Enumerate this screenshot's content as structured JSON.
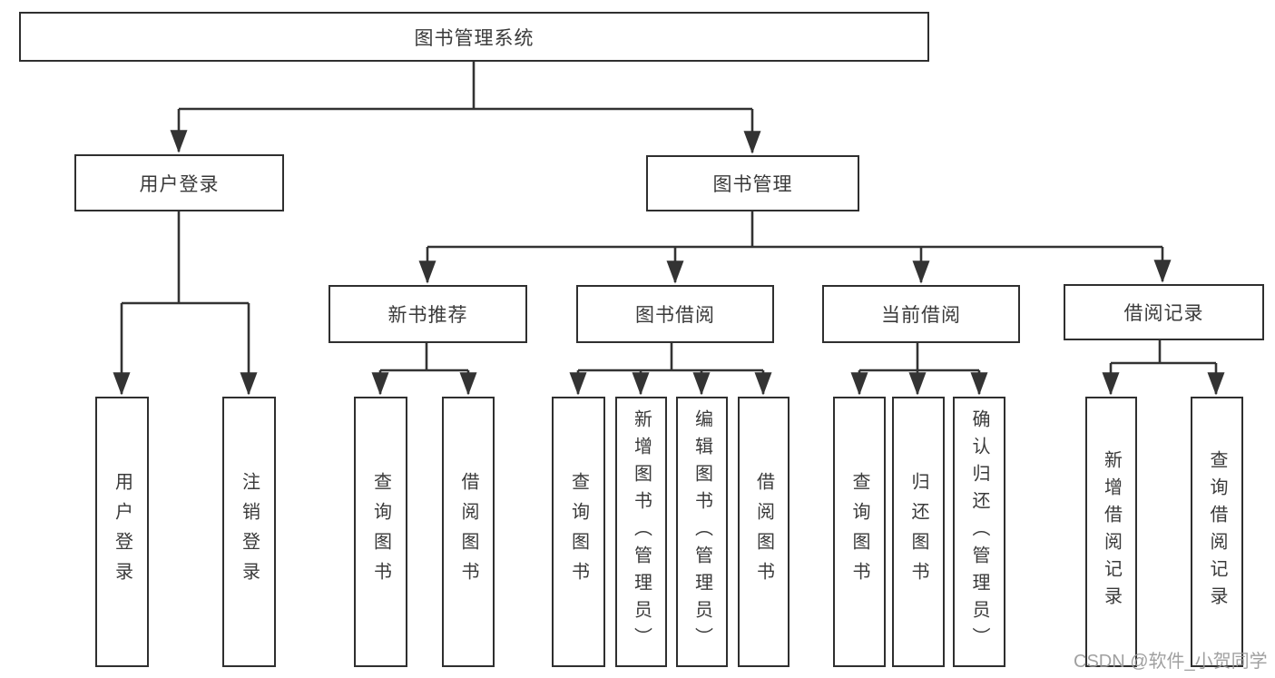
{
  "diagram": {
    "type": "hierarchy-tree",
    "colors": {
      "line": "#333333",
      "border": "#2f2f2f",
      "text": "#3a3a3a",
      "background": "#ffffff",
      "watermark": "#989898"
    },
    "tree": {
      "label": "图书管理系统",
      "children": [
        {
          "label": "用户登录",
          "children": [
            {
              "label": "用户登录"
            },
            {
              "label": "注销登录"
            }
          ]
        },
        {
          "label": "图书管理",
          "children": [
            {
              "label": "新书推荐",
              "children": [
                {
                  "label": "查询图书"
                },
                {
                  "label": "借阅图书"
                }
              ]
            },
            {
              "label": "图书借阅",
              "children": [
                {
                  "label": "查询图书"
                },
                {
                  "label": "新增图书（管理员）"
                },
                {
                  "label": "编辑图书（管理员）"
                },
                {
                  "label": "借阅图书"
                }
              ]
            },
            {
              "label": "当前借阅",
              "children": [
                {
                  "label": "查询图书"
                },
                {
                  "label": "归还图书"
                },
                {
                  "label": "确认归还（管理员）"
                }
              ]
            },
            {
              "label": "借阅记录",
              "children": [
                {
                  "label": "新增借阅记录"
                },
                {
                  "label": "查询借阅记录"
                }
              ]
            }
          ]
        }
      ]
    },
    "watermark": "CSDN @软件_小贺同学"
  }
}
